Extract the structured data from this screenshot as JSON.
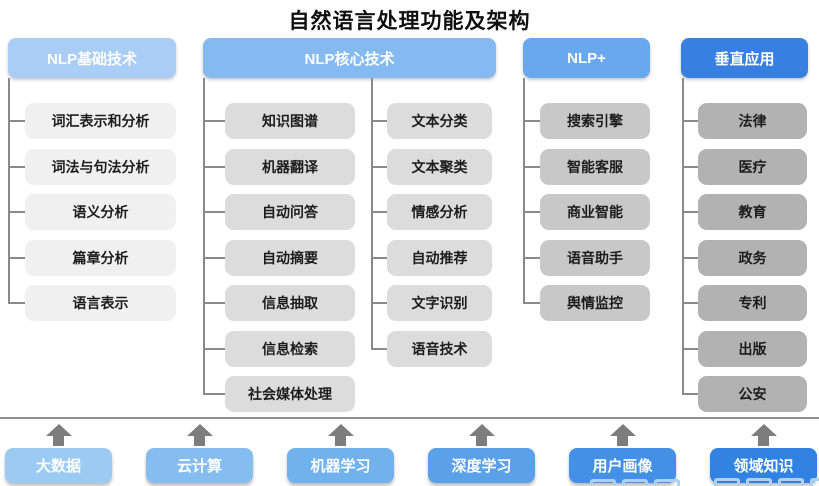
{
  "title": "自然语言处理功能及架构",
  "columns": [
    {
      "header": "NLP基础技术",
      "header_color": "#a9cdf4",
      "item_color": "#f0f0f0",
      "items": [
        "词汇表示和分析",
        "词法与句法分析",
        "语义分析",
        "篇章分析",
        "语言表示"
      ]
    },
    {
      "header": "NLP核心技术",
      "header_color": "#84baf0",
      "item_color": "#dcdcdc",
      "items_left": [
        "知识图谱",
        "机器翻译",
        "自动问答",
        "自动摘要",
        "信息抽取",
        "信息检索",
        "社会媒体处理"
      ],
      "items_right": [
        "文本分类",
        "文本聚类",
        "情感分析",
        "自动推荐",
        "文字识别",
        "语音技术"
      ]
    },
    {
      "header": "NLP+",
      "header_color": "#69a8ed",
      "item_color": "#c8c8c8",
      "items": [
        "搜索引擎",
        "智能客服",
        "商业智能",
        "语音助手",
        "舆情监控"
      ]
    },
    {
      "header": "垂直应用",
      "header_color": "#3780e2",
      "item_color": "#b2b2b2",
      "items": [
        "法律",
        "医疗",
        "教育",
        "政务",
        "专利",
        "出版",
        "公安"
      ]
    }
  ],
  "foundation": {
    "items": [
      {
        "label": "大数据",
        "color": "#9bcaf2"
      },
      {
        "label": "云计算",
        "color": "#85bdf0"
      },
      {
        "label": "机器学习",
        "color": "#70b1ee"
      },
      {
        "label": "深度学习",
        "color": "#5aa1ea"
      },
      {
        "label": "用户画像",
        "color": "#4490e6"
      },
      {
        "label": "领域知识",
        "color": "#3182e3"
      }
    ]
  },
  "colors": {
    "connector": "#8a8a8a",
    "separator": "#919191",
    "arrow": "#7d7d7d",
    "watermark": "#aed0f2",
    "title_text": "#0f0f0f"
  }
}
